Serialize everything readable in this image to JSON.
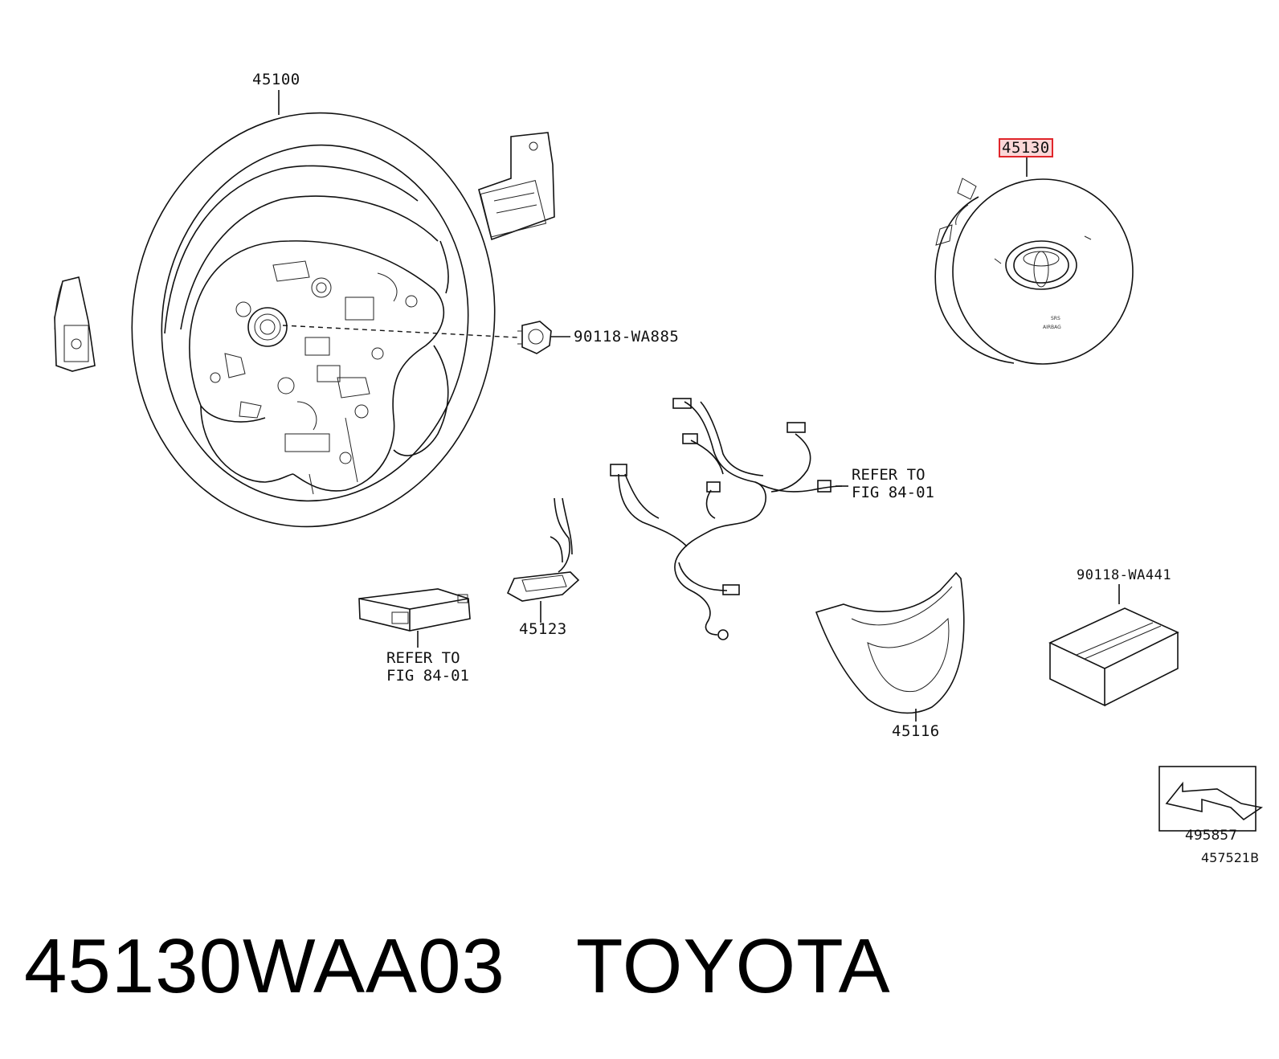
{
  "labels": {
    "steering_wheel": "45100",
    "bolt": "90118-WA885",
    "airbag": "45130",
    "refer_harness_line1": "REFER TO",
    "refer_harness_line2": "FIG 84-01",
    "refer_module_line1": "REFER TO",
    "refer_module_line2": "FIG 84-01",
    "switch": "45123",
    "cover": "45116",
    "kit": "90118-WA441",
    "arrow_ref": "495857",
    "figure_code": "457521B"
  },
  "highlight_color": "#e0262b",
  "caption": {
    "part_number": "45130WAA03",
    "brand": "TOYOTA"
  }
}
